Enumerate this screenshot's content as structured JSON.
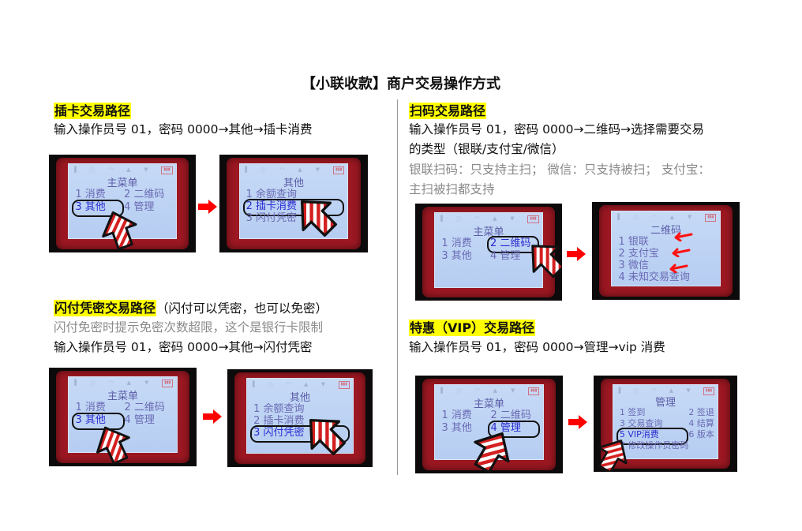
{
  "title": "【小联收款】商户交易操作方式",
  "sections": {
    "card": {
      "heading": "插卡交易路径",
      "lines": [
        "输入操作员号 01，密码 0000→其他→插卡消费"
      ]
    },
    "qr": {
      "heading": "扫码交易路径",
      "lines": [
        "输入操作员号 01，密码 0000→二维码→选择需要交易",
        "的类型（银联/支付宝/微信）"
      ],
      "notes": [
        "银联扫码：只支持主扫；   微信：只支持被扫；  支付宝：",
        "主扫被扫都支持"
      ]
    },
    "flash": {
      "heading": "闪付凭密交易路径",
      "heading_suffix": "（闪付可以凭密，也可以免密）",
      "notes": [
        "闪付免密时提示免密次数超限，这个是银行卡限制"
      ],
      "lines": [
        "输入操作员号 01，密码 0000→其他→闪付凭密"
      ]
    },
    "vip": {
      "heading": "特惠（VIP）交易路径",
      "lines": [
        "输入操作员号 01，密码 0000→管理→vip 消费"
      ]
    }
  },
  "screens": [
    {
      "title": "主菜单",
      "items": [
        "1 消费",
        "2 二维码",
        "3 其他",
        "4 管理"
      ],
      "highlight": 2
    },
    {
      "title": "其他",
      "items": [
        "1 余额查询",
        "2 插卡消费",
        "3 闪付凭密"
      ],
      "highlight": 1
    },
    {
      "title": "主菜单",
      "items": [
        "1 消费",
        "2 二维码",
        "3 其他",
        "4 管理"
      ],
      "highlight": 1
    },
    {
      "title": "二维码",
      "items": [
        "1 银联",
        "2 支付宝",
        "3 微信",
        "4 未知交易查询"
      ],
      "highlight": -1
    },
    {
      "title": "主菜单",
      "items": [
        "1 消费",
        "2 二维码",
        "3 其他",
        "4 管理"
      ],
      "highlight": 2
    },
    {
      "title": "其他",
      "items": [
        "1 余额查询",
        "2 插卡消费",
        "3 闪付凭密"
      ],
      "highlight": 2
    },
    {
      "title": "主菜单",
      "items": [
        "1 消费",
        "2 二维码",
        "3 其他",
        "4 管理"
      ],
      "highlight": 3
    },
    {
      "title": "管理",
      "items": [
        "1 签到",
        "2 签退",
        "3 交易查询",
        "4 结算",
        "5 VIP消费",
        "6 版本",
        "7 修改操作员密码"
      ],
      "highlight": 4
    }
  ],
  "colors": {
    "highlight": "#ffff00",
    "arrow": "#ff0000",
    "lcd": "#c0d4f4",
    "bezel": "#9c1822"
  }
}
